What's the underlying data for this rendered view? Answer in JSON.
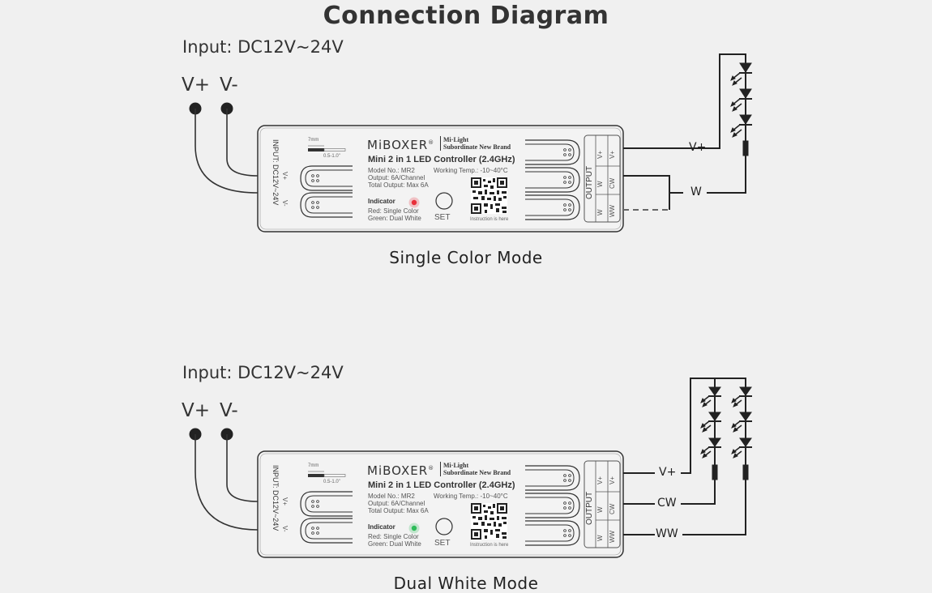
{
  "title": "Connection Diagram",
  "panels": [
    {
      "input_label": "Input: DC12V~24V",
      "vplus": "V+",
      "vminus": "V-",
      "mode_caption": "Single Color Mode",
      "indicator_color": "#e8303a",
      "wire_labels": [
        "V+",
        "W"
      ]
    },
    {
      "input_label": "Input: DC12V~24V",
      "vplus": "V+",
      "vminus": "V-",
      "mode_caption": "Dual White Mode",
      "indicator_color": "#2ebd5a",
      "wire_labels": [
        "V+",
        "CW",
        "WW"
      ]
    }
  ],
  "device": {
    "brand": "MiBOXER",
    "brand_reg": "®",
    "sub_brand_1": "Mi·Light",
    "sub_brand_2": "Subordinate New Brand",
    "controller": "Mini 2 in 1 LED Controller (2.4GHz)",
    "model": "Model No.: MR2",
    "output": "Output: 6A/Channel",
    "total_output": "Total Output: Max 6A",
    "working_temp": "Working Temp.: -10~40°C",
    "strip_len": "7mm",
    "wire_gauge": "0.5-1.0\"",
    "input_side": "INPUT: DC12V~24V",
    "in_vplus": "V+",
    "in_vminus": "V-",
    "indicator": "Indicator",
    "red_single": "Red: Single Color",
    "green_dual": "Green: Dual White",
    "set": "SET",
    "instruction": "Instruction is here",
    "output_label": "OUTPUT",
    "out_left": [
      "V+",
      "W",
      "W"
    ],
    "out_right": [
      "V+",
      "CW",
      "WW"
    ]
  }
}
